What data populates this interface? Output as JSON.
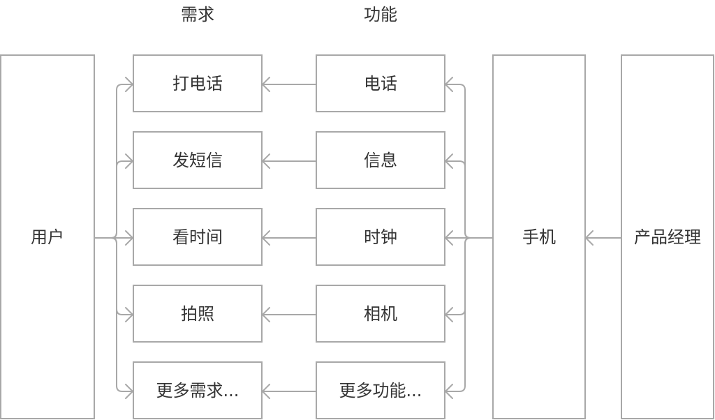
{
  "diagram": {
    "headers": {
      "needs": "需求",
      "features": "功能"
    },
    "user": {
      "label": "用户"
    },
    "phone": {
      "label": "手机"
    },
    "product_manager": {
      "label": "产品经理"
    },
    "needs": [
      {
        "label": "打电话"
      },
      {
        "label": "发短信"
      },
      {
        "label": "看时间"
      },
      {
        "label": "拍照"
      },
      {
        "label": "更多需求..."
      }
    ],
    "features": [
      {
        "label": "电话"
      },
      {
        "label": "信息"
      },
      {
        "label": "时钟"
      },
      {
        "label": "相机"
      },
      {
        "label": "更多功能..."
      }
    ],
    "edges": [
      {
        "from": "user",
        "to": "needs",
        "fanout": "all"
      },
      {
        "from": "features",
        "to": "needs",
        "pairing": "row-by-row"
      },
      {
        "from": "phone",
        "to": "features",
        "fanout": "all"
      },
      {
        "from": "product_manager",
        "to": "phone"
      }
    ],
    "colors": {
      "stroke": "#a8a8a8",
      "text": "#333333",
      "background": "#ffffff"
    }
  }
}
